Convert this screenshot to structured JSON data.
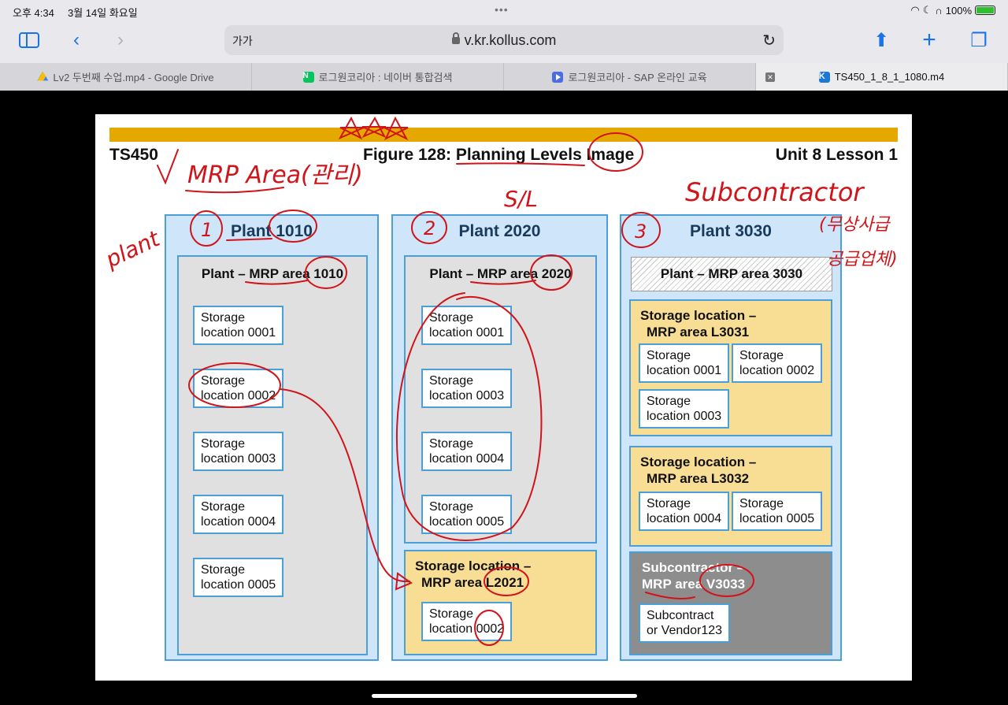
{
  "status": {
    "time": "오후 4:34",
    "date": "3월 14일 화요일",
    "battery": "100%"
  },
  "toolbar": {
    "text_size": "가가",
    "url": "v.kr.kollus.com"
  },
  "tabs": [
    {
      "label": "Lv2 두번째 수업.mp4 - Google Drive",
      "icon": "google-drive-icon"
    },
    {
      "label": "로그원코리아 : 네이버 통합검색",
      "icon": "naver-icon"
    },
    {
      "label": "로그원코리아 - SAP 온라인 교육",
      "icon": "play-icon"
    },
    {
      "label": "TS450_1_8_1_1080.m4",
      "icon": "kollus-icon"
    }
  ],
  "slide": {
    "course": "TS450",
    "title": "Figure 128: Planning Levels Image",
    "unit": "Unit 8 Lesson 1",
    "plants": [
      {
        "title": "Plant 1010",
        "mrp_title": "Plant – MRP area 1010",
        "slocs": [
          {
            "l1": "Storage",
            "l2": "location 0001"
          },
          {
            "l1": "Storage",
            "l2": "location 0002"
          },
          {
            "l1": "Storage",
            "l2": "location 0003"
          },
          {
            "l1": "Storage",
            "l2": "location 0004"
          },
          {
            "l1": "Storage",
            "l2": "location 0005"
          }
        ]
      },
      {
        "title": "Plant 2020",
        "mrp_title": "Plant – MRP area 2020",
        "slocs": [
          {
            "l1": "Storage",
            "l2": "location 0001"
          },
          {
            "l1": "Storage",
            "l2": "location 0003"
          },
          {
            "l1": "Storage",
            "l2": "location 0004"
          },
          {
            "l1": "Storage",
            "l2": "location 0005"
          }
        ],
        "sub_area": {
          "t1": "Storage location –",
          "t2": "MRP area L2021",
          "sloc": {
            "l1": "Storage",
            "l2": "location 0002"
          }
        }
      },
      {
        "title": "Plant 3030",
        "mrp_title": "Plant – MRP area 3030",
        "area1": {
          "t1": "Storage location –",
          "t2": "MRP area L3031",
          "slocs": [
            {
              "l1": "Storage",
              "l2": "location 0001"
            },
            {
              "l1": "Storage",
              "l2": "location 0002"
            },
            {
              "l1": "Storage",
              "l2": "location 0003"
            }
          ]
        },
        "area2": {
          "t1": "Storage location –",
          "t2": "MRP area L3032",
          "slocs": [
            {
              "l1": "Storage",
              "l2": "location 0004"
            },
            {
              "l1": "Storage",
              "l2": "location 0005"
            }
          ]
        },
        "subcon": {
          "t1": "Subcontractor –",
          "t2": "MRP area V3033",
          "box": {
            "l1": "Subcontract",
            "l2": "or Vendor123"
          }
        }
      }
    ],
    "annotations": {
      "mrp_area": "MRP Area(관리)",
      "plant": "plant",
      "num1": "1",
      "num2": "2",
      "num3": "3",
      "sl": "S/L",
      "subcontractor": "Subcontractor",
      "korean_note_1": "(무상사급",
      "korean_note_2": "공급업체)"
    }
  },
  "colors": {
    "accent": "#1a73e8",
    "gold": "#e5a800",
    "plant_bg": "#cfe6fa",
    "border_blue": "#4a9fd8",
    "mrp_yellow": "#f8dd95",
    "ink_red": "#d0141a"
  }
}
